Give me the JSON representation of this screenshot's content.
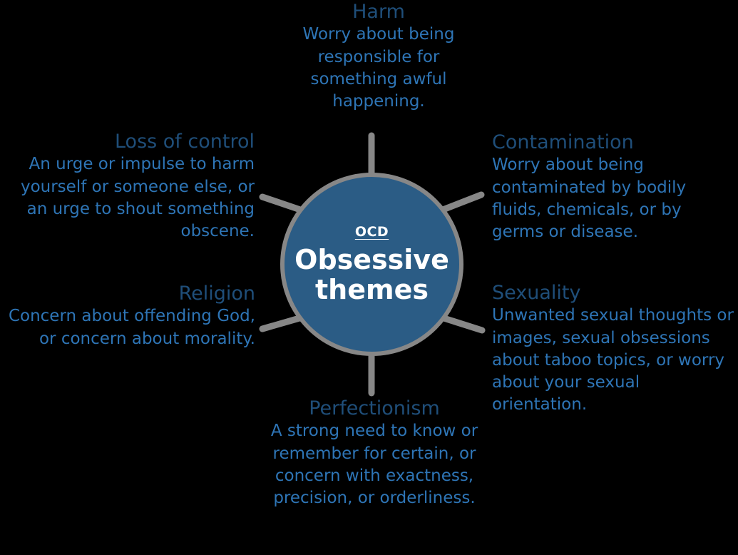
{
  "diagram": {
    "title": "OCD Obsessive themes",
    "background_color": "#000000",
    "hub": {
      "kicker": "OCD",
      "title": "Obsessive themes",
      "fill_color": "#2B5C85",
      "ring_color": "#878787",
      "text_color": "#FFFFFF"
    },
    "colors": {
      "heading": "#1F4E79",
      "body": "#2E75B6",
      "spoke": "#878787"
    },
    "themes": [
      {
        "id": "harm",
        "heading": "Harm",
        "body": "Worry about being responsible for something awful happening.",
        "position": "top",
        "align": "center"
      },
      {
        "id": "loss-of-control",
        "heading": "Loss of control",
        "body": "An urge or impulse to harm yourself or someone else, or an urge to shout something obscene.",
        "position": "upper-left",
        "align": "right"
      },
      {
        "id": "contamination",
        "heading": "Contamination",
        "body": "Worry about being contaminated by bodily fluids, chemicals, or by germs or disease.",
        "position": "upper-right",
        "align": "left"
      },
      {
        "id": "religion",
        "heading": "Religion",
        "body": "Concern about offending God, or concern about morality.",
        "position": "lower-left",
        "align": "right"
      },
      {
        "id": "sexuality",
        "heading": "Sexuality",
        "body": "Unwanted sexual thoughts or images, sexual obsessions about taboo topics, or worry about your sexual orientation.",
        "position": "lower-right",
        "align": "left"
      },
      {
        "id": "perfectionism",
        "heading": "Perfectionism",
        "body": "A strong need to know or remember for certain, or concern with exactness, precision, or orderliness.",
        "position": "bottom",
        "align": "center"
      }
    ]
  }
}
